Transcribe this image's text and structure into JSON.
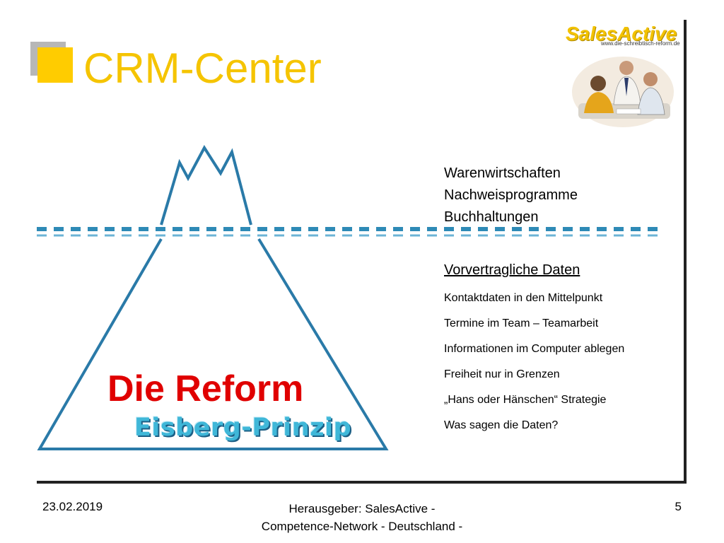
{
  "slide": {
    "title": "CRM-Center",
    "logo": {
      "brand": "SalesActive",
      "url_text": "www.die-schreibtisch-reform.de"
    },
    "iceberg": {
      "headline": "Die Reform",
      "logo_text": "Eisberg-Prinzip"
    },
    "above_water": {
      "items": [
        "Warenwirtschaften",
        "Nachweisprogramme",
        "Buchhaltungen"
      ]
    },
    "below_water": {
      "heading": "Vorvertragliche Daten",
      "items": [
        "Kontaktdaten in den Mittelpunkt",
        "Termine im Team – Teamarbeit",
        "Informationen im Computer ablegen",
        "Freiheit nur in Grenzen",
        "„Hans oder Hänschen“ Strategie",
        "Was sagen die Daten?"
      ]
    },
    "footer": {
      "date": "23.02.2019",
      "publisher_line1": "Herausgeber: SalesActive -",
      "publisher_line2": "Competence-Network - Deutschland -",
      "page_number": "5"
    },
    "colors": {
      "title": "#f5c400",
      "accent_red": "#e00000",
      "iceberg_blue": "#2a7aa8",
      "waterline": "#2e8ab6"
    }
  }
}
